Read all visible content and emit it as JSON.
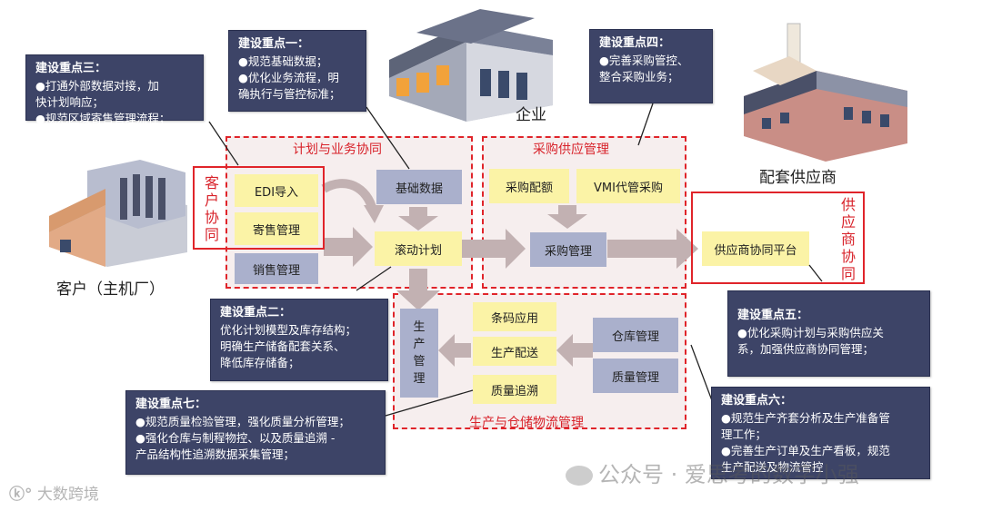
{
  "notes": {
    "n3": {
      "title": "建设重点三：",
      "lines": [
        "●打通外部数据对接，加",
        "快计划响应；",
        "●规范区域寄售管理流程；"
      ]
    },
    "n1": {
      "title": "建设重点一：",
      "lines": [
        "●规范基础数据；",
        "●优化业务流程，明",
        "确执行与管控标准；"
      ]
    },
    "n4": {
      "title": "建设重点四：",
      "lines": [
        "●完善采购管控、",
        "整合采购业务；"
      ]
    },
    "n2": {
      "title": "建设重点二：",
      "lines": [
        "优化计划模型及库存结构；",
        "明确生产储备配套关系、",
        "降低库存储备；"
      ]
    },
    "n5": {
      "title": "建设重点五：",
      "lines": [
        "●优化采购计划与采购供应关",
        "系，加强供应商协同管理；"
      ]
    },
    "n7": {
      "title": "建设重点七：",
      "lines": [
        "●规范质量检验管理，强化质量分析管理；",
        "●强化仓库与制程物控、以及质量追溯 -",
        "产品结构性追溯数据采集管理；"
      ]
    },
    "n6": {
      "title": "建设重点六：",
      "lines": [
        "●规范生产齐套分析及生产准备管",
        "理工作；",
        "●完善生产订单及生产看板，规范",
        "生产配送及物流管控"
      ]
    }
  },
  "regions": {
    "plan": "计划与业务协同",
    "purchase": "采购供应管理",
    "production": "生产与仓储物流管理"
  },
  "boxes": {
    "edi": "EDI导入",
    "consign": "寄售管理",
    "sales": "销售管理",
    "basic": "基础数据",
    "rolling": "滚动计划",
    "quota": "采购配额",
    "vmi": "VMI代管采购",
    "purchase_mgmt": "采购管理",
    "supplier_platform": "供应商协同平台",
    "barcode": "条码应用",
    "prod_delivery": "生产配送",
    "quality_trace": "质量追溯",
    "warehouse": "仓库管理",
    "quality_mgmt": "质量管理",
    "prod_mgmt": "生产管理"
  },
  "side_labels": {
    "customer": "客户协同",
    "supplier": "供应商协同"
  },
  "captions": {
    "enterprise": "企业",
    "supplier": "配套供应商",
    "customer": "客户（主机厂）"
  },
  "watermark": {
    "wechat": "公众号 · 爱思考的数字小强",
    "logo": "大数跨境"
  },
  "colors": {
    "accent_red": "#e0242a",
    "note_bg": "#3d4467",
    "gray_box": "#aab0cc",
    "yellow_box": "#fbf3a6"
  }
}
